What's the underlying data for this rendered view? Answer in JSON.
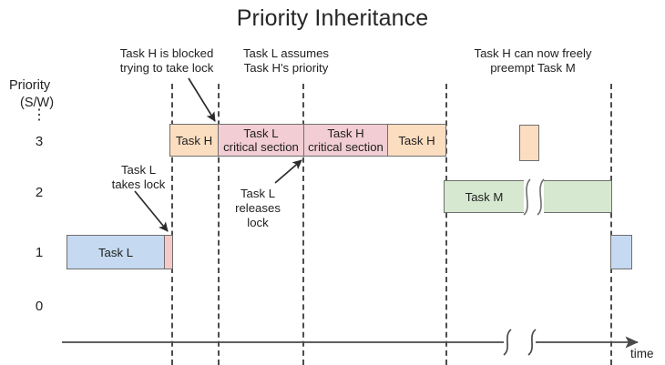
{
  "chart_data": {
    "type": "diagram",
    "title": "Priority Inheritance",
    "ylabel_line1": "Priority",
    "ylabel_line2": "(S/W)",
    "ellipsis": "⋮",
    "yticks": [
      "3",
      "2",
      "1",
      "0"
    ],
    "xlabel": "time",
    "grid": false,
    "legend": "none",
    "annotations": [
      {
        "id": "task-h-blocked",
        "text": "Task H is blocked\ntrying to take lock"
      },
      {
        "id": "task-l-assumes",
        "text": "Task L assumes\nTask H's priority"
      },
      {
        "id": "task-h-preempt",
        "text": "Task H can now freely\npreempt Task M"
      },
      {
        "id": "task-l-takes-lock",
        "text": "Task L\ntakes lock"
      },
      {
        "id": "task-l-releases-lock",
        "text": "Task L\nreleases\nlock"
      }
    ],
    "bars": [
      {
        "id": "task-h-1",
        "label": "Task H",
        "priority": 3,
        "color": "#fbddc0"
      },
      {
        "id": "task-l-critical",
        "label": "Task L\ncritical section",
        "priority": 3,
        "color": "#f2cdd3"
      },
      {
        "id": "task-h-critical",
        "label": "Task H\ncritical section",
        "priority": 3,
        "color": "#f2cdd3"
      },
      {
        "id": "task-h-2",
        "label": "Task H",
        "priority": 3,
        "color": "#fbddc0"
      },
      {
        "id": "task-h-3",
        "label": "",
        "priority": 3,
        "color": "#fbddc0"
      },
      {
        "id": "task-m-left",
        "label": "Task M",
        "priority": 2,
        "color": "#d6e8d0"
      },
      {
        "id": "task-m-right",
        "label": "",
        "priority": 2,
        "color": "#d6e8d0"
      },
      {
        "id": "task-l-run",
        "label": "Task L",
        "priority": 1,
        "color": "#c5daf0"
      },
      {
        "id": "task-l-lock",
        "label": "",
        "priority": 1,
        "color": "#f6c9c9"
      },
      {
        "id": "task-h-4",
        "label": "",
        "priority": 1,
        "color": "#c5daf0"
      }
    ],
    "colors": {
      "orange": "#fbddc0",
      "pink": "#f2cdd3",
      "pink_lock": "#f6c9c9",
      "green": "#d6e8d0",
      "blue": "#c5daf0",
      "stroke": "#6f6f6f",
      "axis": "#4a4a4a",
      "dashed": "#4d4d4d"
    }
  }
}
